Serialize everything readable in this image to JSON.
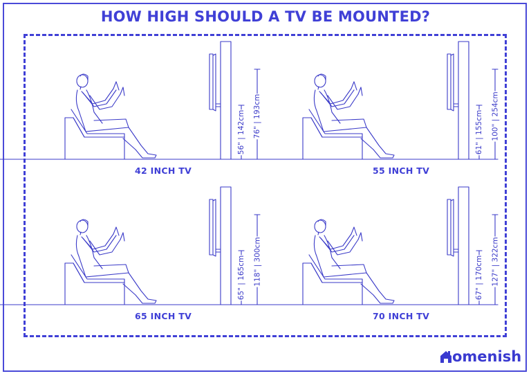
{
  "title": "HOW HIGH SHOULD A TV BE MOUNTED?",
  "colors": {
    "accent": "#4040d6",
    "line": "#3a3ac8"
  },
  "panels": [
    {
      "caption": "42 INCH TV",
      "mount_height": "56\" | 142cm",
      "wall_height": "76\" | 193cm"
    },
    {
      "caption": "55 INCH TV",
      "mount_height": "61\" | 155cm",
      "wall_height": "100\" | 254cm"
    },
    {
      "caption": "65 INCH TV",
      "mount_height": "65\" | 165cm",
      "wall_height": "118\" | 300cm"
    },
    {
      "caption": "70 INCH TV",
      "mount_height": "67\" | 170cm",
      "wall_height": "127\" | 322cm"
    }
  ],
  "logo": {
    "text": "omenish",
    "icon": "house-icon"
  }
}
